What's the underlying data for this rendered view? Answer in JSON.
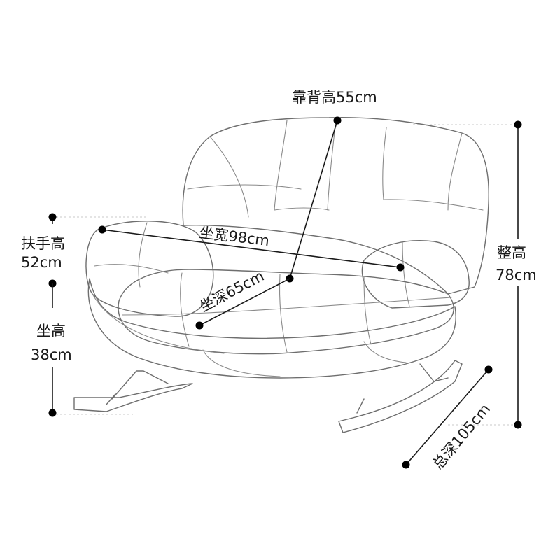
{
  "dimensions": {
    "backrest_height": "靠背高55cm",
    "seat_width": "坐宽98cm",
    "seat_depth": "坐深65cm",
    "armrest_height_line1": "扶手高",
    "armrest_height_line2": "52cm",
    "seat_height_line1": "坐高",
    "seat_height_line2": "38cm",
    "overall_height_line1": "整高",
    "overall_height_line2": "78cm",
    "total_depth": "总深105cm"
  },
  "colors": {
    "outline": "#6e6e6e",
    "dimension_line": "#1a1a1a",
    "background": "#ffffff"
  }
}
